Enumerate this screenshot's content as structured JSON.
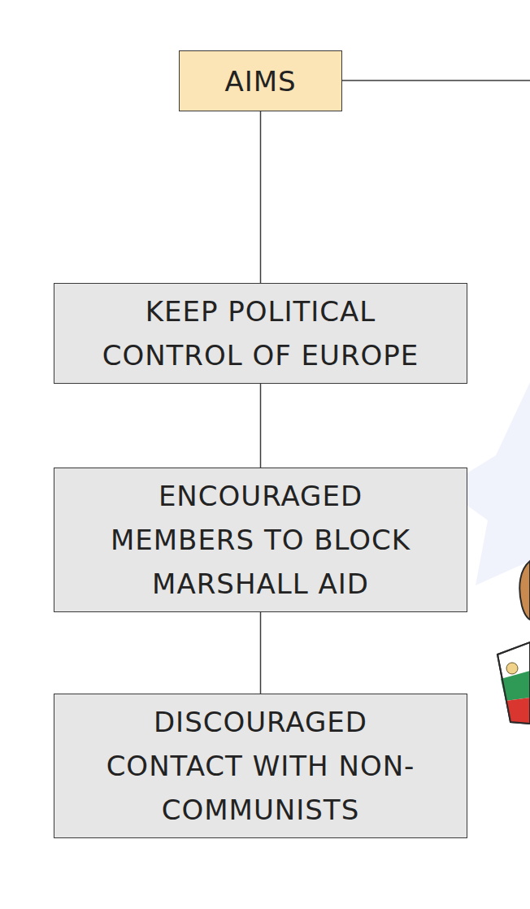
{
  "diagram": {
    "nodes": [
      {
        "text": [
          "AIMS"
        ]
      },
      {
        "text": [
          "KEEP POLITICAL CONTROL OF EUROPE"
        ]
      },
      {
        "text": [
          "ENCOURAGED MEMBERS TO BLOCK MARSHALL AID"
        ]
      },
      {
        "text": [
          "DISCOURAGED CONTACT WITH NON-COMMUNISTS"
        ]
      }
    ],
    "edges": [
      {
        "from": 0,
        "to": 1,
        "arrow": "none"
      },
      {
        "from": 1,
        "to": 2,
        "arrow": "none"
      },
      {
        "from": 2,
        "to": 3,
        "arrow": "none"
      }
    ]
  }
}
